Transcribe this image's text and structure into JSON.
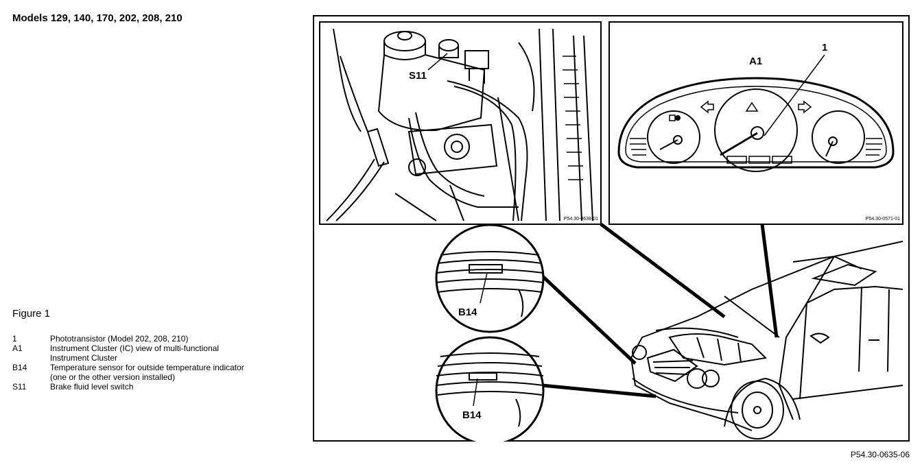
{
  "page": {
    "title": "Models 129, 140, 170, 202, 208, 210",
    "figure_label": "Figure 1",
    "legend": [
      {
        "key": "1",
        "desc": "Phototransistor (Model 202, 208, 210)"
      },
      {
        "key": "A1",
        "desc": "Instrument Cluster (IC) view of multi-functional\nInstrument Cluster"
      },
      {
        "key": "B14",
        "desc": "Temperature sensor for outside temperature indicator\n(one or the other version installed)"
      },
      {
        "key": "S11",
        "desc": "Brake fluid level switch"
      }
    ],
    "figure_ref": "P54.30-0635-06"
  },
  "diagram": {
    "label_s11": "S11",
    "label_a1": "A1",
    "label_1": "1",
    "label_b14_top": "B14",
    "label_b14_bottom": "B14",
    "ref_engine": "P54.30-0638-01",
    "ref_cluster": "P54.30-0571-01"
  }
}
